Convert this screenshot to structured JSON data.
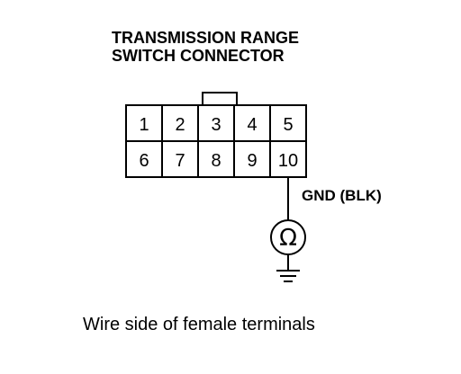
{
  "title": {
    "line1": "TRANSMISSION RANGE",
    "line2": "SWITCH CONNECTOR"
  },
  "connector": {
    "row1": [
      "1",
      "2",
      "3",
      "4",
      "5"
    ],
    "row2": [
      "6",
      "7",
      "8",
      "9",
      "10"
    ]
  },
  "probe": {
    "terminal": "10",
    "label": "GND (BLK)",
    "meter_symbol": "Ω",
    "meter_icon": "ohmmeter-icon",
    "ground_icon": "ground-icon"
  },
  "caption": "Wire side of female terminals"
}
